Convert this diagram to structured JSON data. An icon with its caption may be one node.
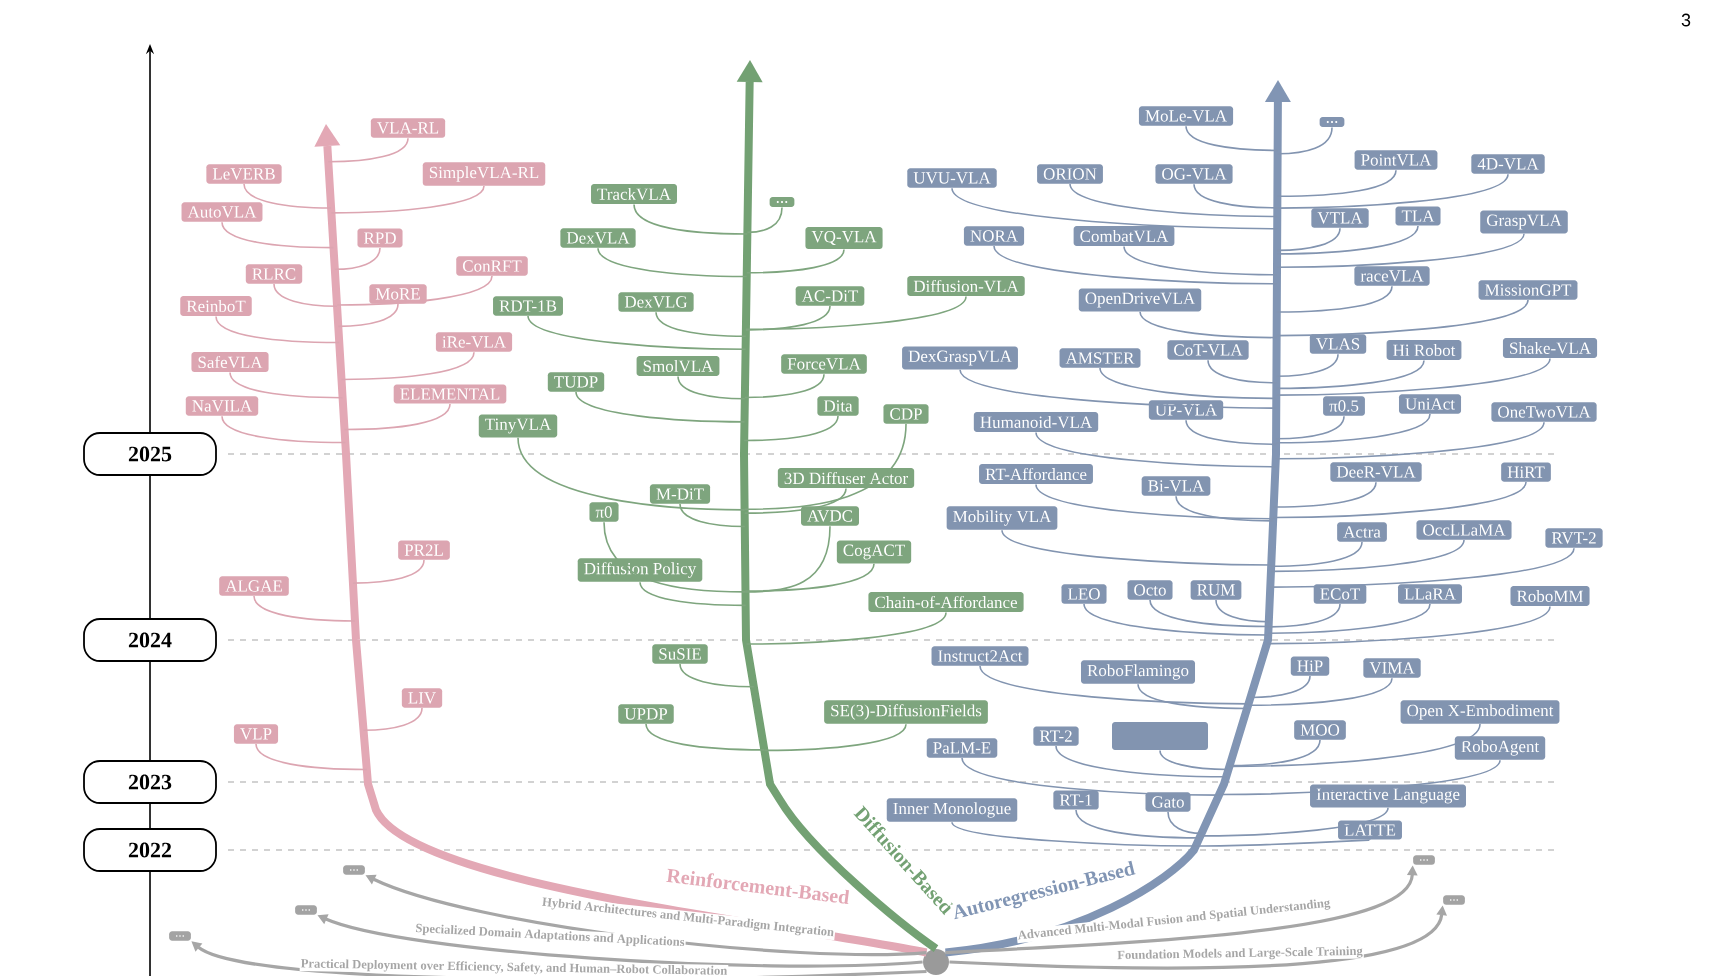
{
  "diagram": {
    "nodes": [
      {
        "text": [
          "2025"
        ]
      },
      {
        "text": [
          "2024"
        ]
      },
      {
        "text": [
          "2023"
        ]
      },
      {
        "text": [
          "2022"
        ]
      },
      {
        "text": [
          "VLA-RL"
        ]
      },
      {
        "text": [
          "LeVERB"
        ]
      },
      {
        "text": [
          "SimpleVLA-RL"
        ]
      },
      {
        "text": [
          "AutoVLA"
        ]
      },
      {
        "text": [
          "RPD"
        ]
      },
      {
        "text": [
          "RLRC"
        ]
      },
      {
        "text": [
          "ConRFT"
        ]
      },
      {
        "text": [
          "MoRE"
        ]
      },
      {
        "text": [
          "ReinboT"
        ]
      },
      {
        "text": [
          "iRe-VLA"
        ]
      },
      {
        "text": [
          "SafeVLA"
        ]
      },
      {
        "text": [
          "ELEMENTAL"
        ]
      },
      {
        "text": [
          "NaVILA"
        ]
      },
      {
        "text": [
          "PR2L"
        ]
      },
      {
        "text": [
          "ALGAE"
        ]
      },
      {
        "text": [
          "LIV"
        ]
      },
      {
        "text": [
          "VLP"
        ]
      },
      {
        "text": [
          "TrackVLA"
        ]
      },
      {
        "text": [
          "..."
        ]
      },
      {
        "text": [
          "DexVLA"
        ]
      },
      {
        "text": [
          "VQ-VLA"
        ]
      },
      {
        "text": [
          "RDT-1B"
        ]
      },
      {
        "text": [
          "DexVLG"
        ]
      },
      {
        "text": [
          "AC-DiT"
        ]
      },
      {
        "text": [
          "Diffusion-VLA"
        ]
      },
      {
        "text": [
          "TUDP"
        ]
      },
      {
        "text": [
          "SmolVLA"
        ]
      },
      {
        "text": [
          "ForceVLA"
        ]
      },
      {
        "text": [
          "Dita"
        ]
      },
      {
        "text": [
          "CDP"
        ]
      },
      {
        "text": [
          "TinyVLA"
        ]
      },
      {
        "text": [
          "3D Diffuser Actor"
        ]
      },
      {
        "text": [
          "M-DiT"
        ]
      },
      {
        "text": [
          "π0"
        ]
      },
      {
        "text": [
          "AVDC"
        ]
      },
      {
        "text": [
          "CogACT"
        ]
      },
      {
        "text": [
          "Diffusion Policy"
        ]
      },
      {
        "text": [
          "Chain-of-Affordance"
        ]
      },
      {
        "text": [
          "SuSIE"
        ]
      },
      {
        "text": [
          "UPDP"
        ]
      },
      {
        "text": [
          "SE(3)-DiffusionFields"
        ]
      },
      {
        "text": [
          "MoLe-VLA"
        ]
      },
      {
        "text": [
          "..."
        ]
      },
      {
        "text": [
          "PointVLA"
        ]
      },
      {
        "text": [
          "4D-VLA"
        ]
      },
      {
        "text": [
          "UVU-VLA"
        ]
      },
      {
        "text": [
          "ORION"
        ]
      },
      {
        "text": [
          "OG-VLA"
        ]
      },
      {
        "text": [
          "VTLA"
        ]
      },
      {
        "text": [
          "TLA"
        ]
      },
      {
        "text": [
          "GraspVLA"
        ]
      },
      {
        "text": [
          "NORA"
        ]
      },
      {
        "text": [
          "CombatVLA"
        ]
      },
      {
        "text": [
          "raceVLA"
        ]
      },
      {
        "text": [
          "MissionGPT"
        ]
      },
      {
        "text": [
          "OpenDriveVLA"
        ]
      },
      {
        "text": [
          "VLAS"
        ]
      },
      {
        "text": [
          "Hi Robot"
        ]
      },
      {
        "text": [
          "Shake-VLA"
        ]
      },
      {
        "text": [
          "DexGraspVLA"
        ]
      },
      {
        "text": [
          "AMSTER"
        ]
      },
      {
        "text": [
          "CoT-VLA"
        ]
      },
      {
        "text": [
          "Humanoid-VLA"
        ]
      },
      {
        "text": [
          "UP-VLA"
        ]
      },
      {
        "text": [
          "π0.5"
        ]
      },
      {
        "text": [
          "UniAct"
        ]
      },
      {
        "text": [
          "OneTwoVLA"
        ]
      },
      {
        "text": [
          "RT-Affordance"
        ]
      },
      {
        "text": [
          "Bi-VLA"
        ]
      },
      {
        "text": [
          "DeeR-VLA"
        ]
      },
      {
        "text": [
          "HiRT"
        ]
      },
      {
        "text": [
          "Mobility VLA"
        ]
      },
      {
        "text": [
          "Actra"
        ]
      },
      {
        "text": [
          "OccLLaMA"
        ]
      },
      {
        "text": [
          "RVT-2"
        ]
      },
      {
        "text": [
          "LEO"
        ]
      },
      {
        "text": [
          "Octo"
        ]
      },
      {
        "text": [
          "RUM"
        ]
      },
      {
        "text": [
          "ECoT"
        ]
      },
      {
        "text": [
          "LLaRA"
        ]
      },
      {
        "text": [
          "RoboMM"
        ]
      },
      {
        "text": [
          "Instruct2Act"
        ]
      },
      {
        "text": [
          "RoboFlamingo"
        ]
      },
      {
        "text": [
          "HiP"
        ]
      },
      {
        "text": [
          "VIMA"
        ]
      },
      {
        "text": [
          "Open X-Embodiment"
        ]
      },
      {
        "text": [
          "PaLM-E"
        ]
      },
      {
        "text": [
          "RT-2"
        ]
      },
      {
        "text": [],
        "shape": "box"
      },
      {
        "text": [
          "MOO"
        ]
      },
      {
        "text": [
          "RoboAgent"
        ]
      },
      {
        "text": [
          "Interactive Language"
        ]
      },
      {
        "text": [
          "Inner Monologue"
        ]
      },
      {
        "text": [
          "RT-1"
        ]
      },
      {
        "text": [
          "Gato"
        ]
      },
      {
        "text": [
          "LATTE"
        ]
      },
      {
        "text": [
          "..."
        ]
      },
      {
        "text": [
          "..."
        ]
      },
      {
        "text": [
          "..."
        ]
      },
      {
        "text": [
          "..."
        ]
      },
      {
        "text": [
          "..."
        ]
      },
      {
        "text": [],
        "shape": "circle"
      }
    ],
    "edges": [
      {
        "from": 105,
        "to": null,
        "arrow": "to",
        "label": "Reinforcement-Based",
        "style": "thick",
        "color": "#e3a8b5"
      },
      {
        "from": 105,
        "to": null,
        "arrow": "to",
        "label": "Diffusion-Based",
        "style": "thick",
        "color": "#73a173"
      },
      {
        "from": 105,
        "to": null,
        "arrow": "to",
        "label": "Autoregression-Based",
        "style": "thick",
        "color": "#8195b4"
      },
      {
        "from": 105,
        "to": 101,
        "arrow": "to",
        "label": "Hybrid Architectures and Multi-Paradigm Integration",
        "color": "#a6a6a6"
      },
      {
        "from": 105,
        "to": 103,
        "arrow": "to",
        "label": "Specialized Domain Adaptations and Applications",
        "color": "#a6a6a6"
      },
      {
        "from": 105,
        "to": 104,
        "arrow": "to",
        "label": "Practical Deployment over Efficiency, Safety, and Human–Robot Collaboration",
        "color": "#a6a6a6"
      },
      {
        "from": 105,
        "to": 100,
        "arrow": "to",
        "label": "Advanced Multi-Modal Fusion and Spatial Understanding",
        "color": "#a6a6a6"
      },
      {
        "from": 105,
        "to": 102,
        "arrow": "to",
        "label": "Foundation Models and Large-Scale Training",
        "color": "#a6a6a6"
      },
      {
        "from": 4,
        "to": null,
        "arrow": "none",
        "color": "#dca5b1"
      },
      {
        "from": 5,
        "to": null,
        "arrow": "none",
        "color": "#dca5b1"
      },
      {
        "from": 6,
        "to": null,
        "arrow": "none",
        "color": "#dca5b1"
      },
      {
        "from": 7,
        "to": null,
        "arrow": "none",
        "color": "#dca5b1"
      },
      {
        "from": 8,
        "to": null,
        "arrow": "none",
        "color": "#dca5b1"
      },
      {
        "from": 9,
        "to": null,
        "arrow": "none",
        "color": "#dca5b1"
      },
      {
        "from": 10,
        "to": null,
        "arrow": "none",
        "color": "#dca5b1"
      },
      {
        "from": 11,
        "to": null,
        "arrow": "none",
        "color": "#dca5b1"
      },
      {
        "from": 12,
        "to": null,
        "arrow": "none",
        "color": "#dca5b1"
      },
      {
        "from": 13,
        "to": null,
        "arrow": "none",
        "color": "#dca5b1"
      },
      {
        "from": 14,
        "to": null,
        "arrow": "none",
        "color": "#dca5b1"
      },
      {
        "from": 15,
        "to": null,
        "arrow": "none",
        "color": "#dca5b1"
      },
      {
        "from": 16,
        "to": null,
        "arrow": "none",
        "color": "#dca5b1"
      },
      {
        "from": 17,
        "to": null,
        "arrow": "none",
        "color": "#dca5b1"
      },
      {
        "from": 18,
        "to": null,
        "arrow": "none",
        "color": "#dca5b1"
      },
      {
        "from": 19,
        "to": null,
        "arrow": "none",
        "color": "#dca5b1"
      },
      {
        "from": 20,
        "to": null,
        "arrow": "none",
        "color": "#dca5b1"
      },
      {
        "from": 21,
        "to": null,
        "arrow": "none",
        "color": "#7ea57e"
      },
      {
        "from": 22,
        "to": null,
        "arrow": "none",
        "color": "#7ea57e"
      },
      {
        "from": 23,
        "to": null,
        "arrow": "none",
        "color": "#7ea57e"
      },
      {
        "from": 24,
        "to": null,
        "arrow": "none",
        "color": "#7ea57e"
      },
      {
        "from": 25,
        "to": null,
        "arrow": "none",
        "color": "#7ea57e"
      },
      {
        "from": 26,
        "to": null,
        "arrow": "none",
        "color": "#7ea57e"
      },
      {
        "from": 27,
        "to": null,
        "arrow": "none",
        "color": "#7ea57e"
      },
      {
        "from": 28,
        "to": null,
        "arrow": "none",
        "color": "#7ea57e"
      },
      {
        "from": 29,
        "to": null,
        "arrow": "none",
        "color": "#7ea57e"
      },
      {
        "from": 30,
        "to": null,
        "arrow": "none",
        "color": "#7ea57e"
      },
      {
        "from": 31,
        "to": null,
        "arrow": "none",
        "color": "#7ea57e"
      },
      {
        "from": 32,
        "to": null,
        "arrow": "none",
        "color": "#7ea57e"
      },
      {
        "from": 33,
        "to": null,
        "arrow": "none",
        "color": "#7ea57e"
      },
      {
        "from": 34,
        "to": null,
        "arrow": "none",
        "color": "#7ea57e"
      },
      {
        "from": 35,
        "to": null,
        "arrow": "none",
        "color": "#7ea57e"
      },
      {
        "from": 36,
        "to": null,
        "arrow": "none",
        "color": "#7ea57e"
      },
      {
        "from": 37,
        "to": null,
        "arrow": "none",
        "color": "#7ea57e"
      },
      {
        "from": 38,
        "to": null,
        "arrow": "none",
        "color": "#7ea57e"
      },
      {
        "from": 39,
        "to": null,
        "arrow": "none",
        "color": "#7ea57e"
      },
      {
        "from": 40,
        "to": null,
        "arrow": "none",
        "color": "#7ea57e"
      },
      {
        "from": 41,
        "to": null,
        "arrow": "none",
        "color": "#7ea57e"
      },
      {
        "from": 42,
        "to": null,
        "arrow": "none",
        "color": "#7ea57e"
      },
      {
        "from": 43,
        "to": null,
        "arrow": "none",
        "color": "#7ea57e"
      },
      {
        "from": 44,
        "to": null,
        "arrow": "none",
        "color": "#7ea57e"
      },
      {
        "from": 45,
        "to": null,
        "arrow": "none",
        "color": "#8294b0"
      },
      {
        "from": 46,
        "to": null,
        "arrow": "none",
        "color": "#8294b0"
      },
      {
        "from": 47,
        "to": null,
        "arrow": "none",
        "color": "#8294b0"
      },
      {
        "from": 48,
        "to": null,
        "arrow": "none",
        "color": "#8294b0"
      },
      {
        "from": 49,
        "to": null,
        "arrow": "none",
        "color": "#8294b0"
      },
      {
        "from": 50,
        "to": null,
        "arrow": "none",
        "color": "#8294b0"
      },
      {
        "from": 51,
        "to": null,
        "arrow": "none",
        "color": "#8294b0"
      },
      {
        "from": 52,
        "to": null,
        "arrow": "none",
        "color": "#8294b0"
      },
      {
        "from": 53,
        "to": null,
        "arrow": "none",
        "color": "#8294b0"
      },
      {
        "from": 54,
        "to": null,
        "arrow": "none",
        "color": "#8294b0"
      },
      {
        "from": 55,
        "to": null,
        "arrow": "none",
        "color": "#8294b0"
      },
      {
        "from": 56,
        "to": null,
        "arrow": "none",
        "color": "#8294b0"
      },
      {
        "from": 57,
        "to": null,
        "arrow": "none",
        "color": "#8294b0"
      },
      {
        "from": 58,
        "to": null,
        "arrow": "none",
        "color": "#8294b0"
      },
      {
        "from": 59,
        "to": null,
        "arrow": "none",
        "color": "#8294b0"
      },
      {
        "from": 60,
        "to": null,
        "arrow": "none",
        "color": "#8294b0"
      },
      {
        "from": 61,
        "to": null,
        "arrow": "none",
        "color": "#8294b0"
      },
      {
        "from": 62,
        "to": null,
        "arrow": "none",
        "color": "#8294b0"
      },
      {
        "from": 63,
        "to": null,
        "arrow": "none",
        "color": "#8294b0"
      },
      {
        "from": 64,
        "to": null,
        "arrow": "none",
        "color": "#8294b0"
      },
      {
        "from": 65,
        "to": null,
        "arrow": "none",
        "color": "#8294b0"
      },
      {
        "from": 66,
        "to": null,
        "arrow": "none",
        "color": "#8294b0"
      },
      {
        "from": 67,
        "to": null,
        "arrow": "none",
        "color": "#8294b0"
      },
      {
        "from": 68,
        "to": null,
        "arrow": "none",
        "color": "#8294b0"
      },
      {
        "from": 69,
        "to": null,
        "arrow": "none",
        "color": "#8294b0"
      },
      {
        "from": 70,
        "to": null,
        "arrow": "none",
        "color": "#8294b0"
      },
      {
        "from": 71,
        "to": null,
        "arrow": "none",
        "color": "#8294b0"
      },
      {
        "from": 72,
        "to": null,
        "arrow": "none",
        "color": "#8294b0"
      },
      {
        "from": 73,
        "to": null,
        "arrow": "none",
        "color": "#8294b0"
      },
      {
        "from": 74,
        "to": null,
        "arrow": "none",
        "color": "#8294b0"
      },
      {
        "from": 75,
        "to": null,
        "arrow": "none",
        "color": "#8294b0"
      },
      {
        "from": 76,
        "to": null,
        "arrow": "none",
        "color": "#8294b0"
      },
      {
        "from": 77,
        "to": null,
        "arrow": "none",
        "color": "#8294b0"
      },
      {
        "from": 78,
        "to": null,
        "arrow": "none",
        "color": "#8294b0"
      },
      {
        "from": 79,
        "to": null,
        "arrow": "none",
        "color": "#8294b0"
      },
      {
        "from": 80,
        "to": null,
        "arrow": "none",
        "color": "#8294b0"
      },
      {
        "from": 81,
        "to": null,
        "arrow": "none",
        "color": "#8294b0"
      },
      {
        "from": 82,
        "to": null,
        "arrow": "none",
        "color": "#8294b0"
      },
      {
        "from": 83,
        "to": null,
        "arrow": "none",
        "color": "#8294b0"
      },
      {
        "from": 84,
        "to": null,
        "arrow": "none",
        "color": "#8294b0"
      },
      {
        "from": 85,
        "to": null,
        "arrow": "none",
        "color": "#8294b0"
      },
      {
        "from": 86,
        "to": null,
        "arrow": "none",
        "color": "#8294b0"
      },
      {
        "from": 87,
        "to": null,
        "arrow": "none",
        "color": "#8294b0"
      },
      {
        "from": 88,
        "to": null,
        "arrow": "none",
        "color": "#8294b0"
      },
      {
        "from": 89,
        "to": null,
        "arrow": "none",
        "color": "#8294b0"
      },
      {
        "from": 90,
        "to": null,
        "arrow": "none",
        "color": "#8294b0"
      },
      {
        "from": 91,
        "to": null,
        "arrow": "none",
        "color": "#8294b0"
      },
      {
        "from": 92,
        "to": null,
        "arrow": "none",
        "color": "#8294b0"
      },
      {
        "from": 93,
        "to": null,
        "arrow": "none",
        "color": "#8294b0"
      },
      {
        "from": 94,
        "to": null,
        "arrow": "none",
        "color": "#8294b0"
      },
      {
        "from": 95,
        "to": null,
        "arrow": "none",
        "color": "#8294b0"
      },
      {
        "from": 96,
        "to": null,
        "arrow": "none",
        "color": "#8294b0"
      },
      {
        "from": 97,
        "to": null,
        "arrow": "none",
        "color": "#8294b0"
      },
      {
        "from": 98,
        "to": null,
        "arrow": "none",
        "color": "#8294b0"
      },
      {
        "from": 99,
        "to": null,
        "arrow": "none",
        "color": "#8294b0"
      }
    ],
    "labels": [
      "3"
    ]
  }
}
